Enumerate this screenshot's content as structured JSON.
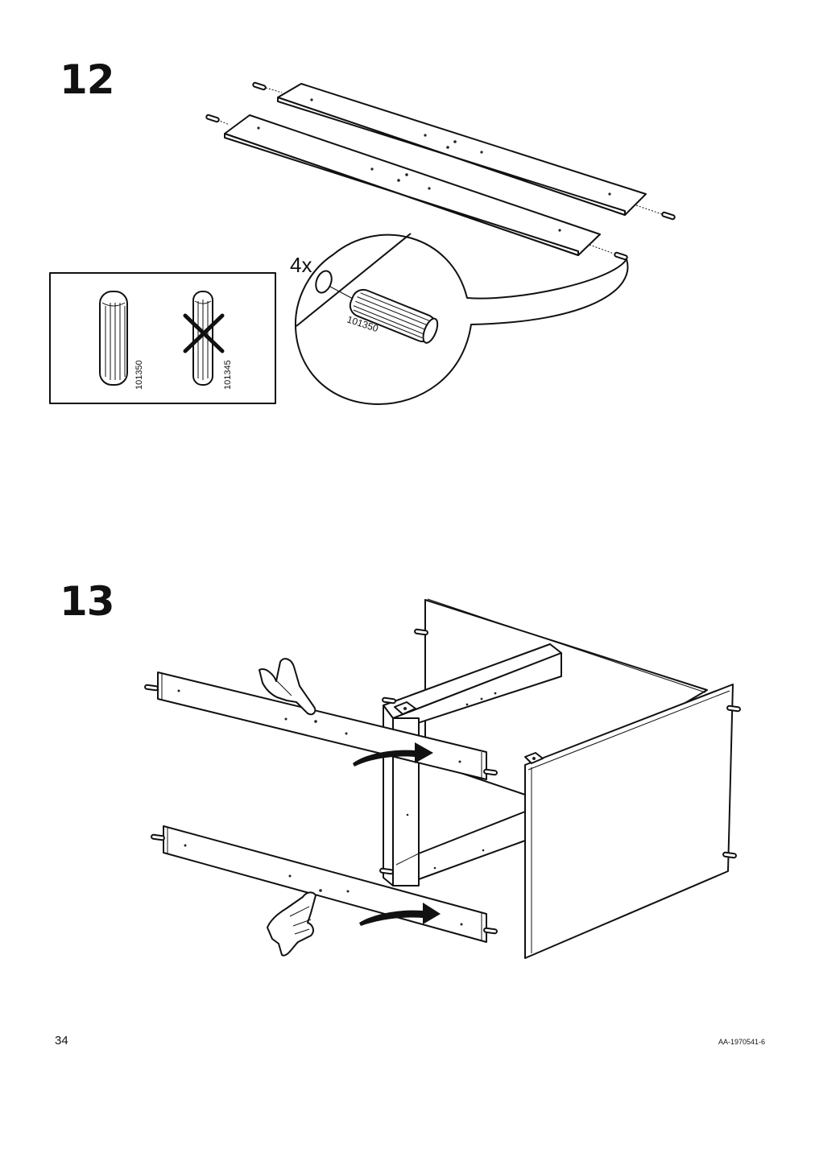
{
  "page": {
    "page_number": "34",
    "document_code": "AA-1970541-6"
  },
  "steps": [
    {
      "number": "12",
      "callout_quantity": "4x",
      "callout_part_number": "101350",
      "parts_box": {
        "correct_part": "101350",
        "wrong_part": "101345"
      },
      "icons": [
        "dowel-icon",
        "wrong-dowel-icon",
        "cross-icon"
      ]
    },
    {
      "number": "13",
      "icons": [
        "pointing-hand-icon",
        "curved-arrow-icon"
      ]
    }
  ],
  "colors": {
    "line": "#111111",
    "background": "#ffffff"
  }
}
